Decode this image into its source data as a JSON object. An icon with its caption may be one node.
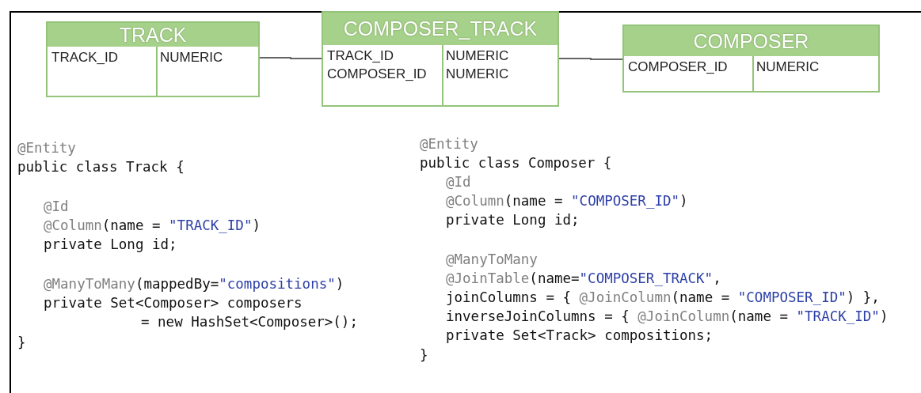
{
  "diagram": {
    "nodes": [
      {
        "text": [
          "TRACK",
          "TRACK_ID",
          "NUMERIC"
        ]
      },
      {
        "text": [
          "COMPOSER_TRACK",
          "TRACK_ID",
          "NUMERIC",
          "COMPOSER_ID",
          "NUMERIC"
        ]
      },
      {
        "text": [
          "COMPOSER",
          "COMPOSER_ID",
          "NUMERIC"
        ]
      }
    ],
    "edges": [
      {
        "from": 0,
        "to": 1,
        "arrow": "none"
      },
      {
        "from": 1,
        "to": 2,
        "arrow": "none"
      }
    ],
    "labels": [
      "@Entity",
      "public class Track {",
      "@Id",
      "@Column(name = \"TRACK_ID\")",
      "private Long id;",
      "@ManyToMany(mappedBy=\"compositions\")",
      "private Set<Composer> composers",
      "= new HashSet<Composer>();",
      "}",
      "@Entity",
      "public class Composer {",
      "@Id",
      "@Column(name = \"COMPOSER_ID\")",
      "private Long id;",
      "@ManyToMany",
      "@JoinTable(name=\"COMPOSER_TRACK\",",
      "joinColumns = { @JoinColumn(name = \"COMPOSER_ID\") },",
      "inverseJoinColumns = { @JoinColumn(name = \"TRACK_ID\")",
      "private Set<Track> compositions;",
      "}"
    ]
  }
}
